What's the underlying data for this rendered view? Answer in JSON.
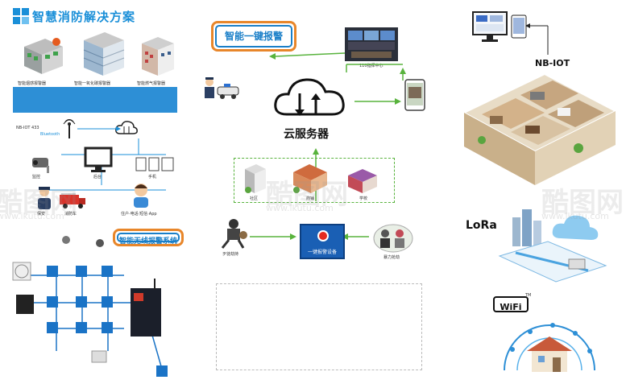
{
  "header": {
    "title": "智慧消防解决方案"
  },
  "badges": {
    "alarm_title": "智能一键报警",
    "wireless_title": "智能无线报警系统"
  },
  "cloud": {
    "label": "云服务器"
  },
  "one_key_device": {
    "label": "一键报警设备"
  },
  "center_label": "110指挥中心",
  "protocols": {
    "nbiot": "NB-IOT",
    "lora": "LoRa",
    "wifi": "WiFi",
    "wifi_tm": "TM"
  },
  "left_labels": {
    "nb_row": "NB-IOT  433",
    "bluetooth": "Bluetooth",
    "building1": "智能烟感报警器",
    "building2": "智能一氧化碳报警器",
    "building3": "智能燃气报警器",
    "person1": "保安",
    "person2": "消防车",
    "person3": "住户·电话·短信·App",
    "camera": "监控",
    "monitor": "后台",
    "phone": "手机"
  },
  "center_labels": {
    "left": "歹徒劫持",
    "right": "暴力抢劫",
    "b1": "社区",
    "b2": "商铺",
    "b3": "学校"
  },
  "watermark": {
    "text": "酷图网",
    "url": "www.ikutu.com"
  },
  "colors": {
    "accent": "#1a8fd8",
    "badge_border": "#e8862a",
    "arrow": "#58b33d",
    "node": "#1a73c6",
    "band": "#2d8fd6"
  }
}
